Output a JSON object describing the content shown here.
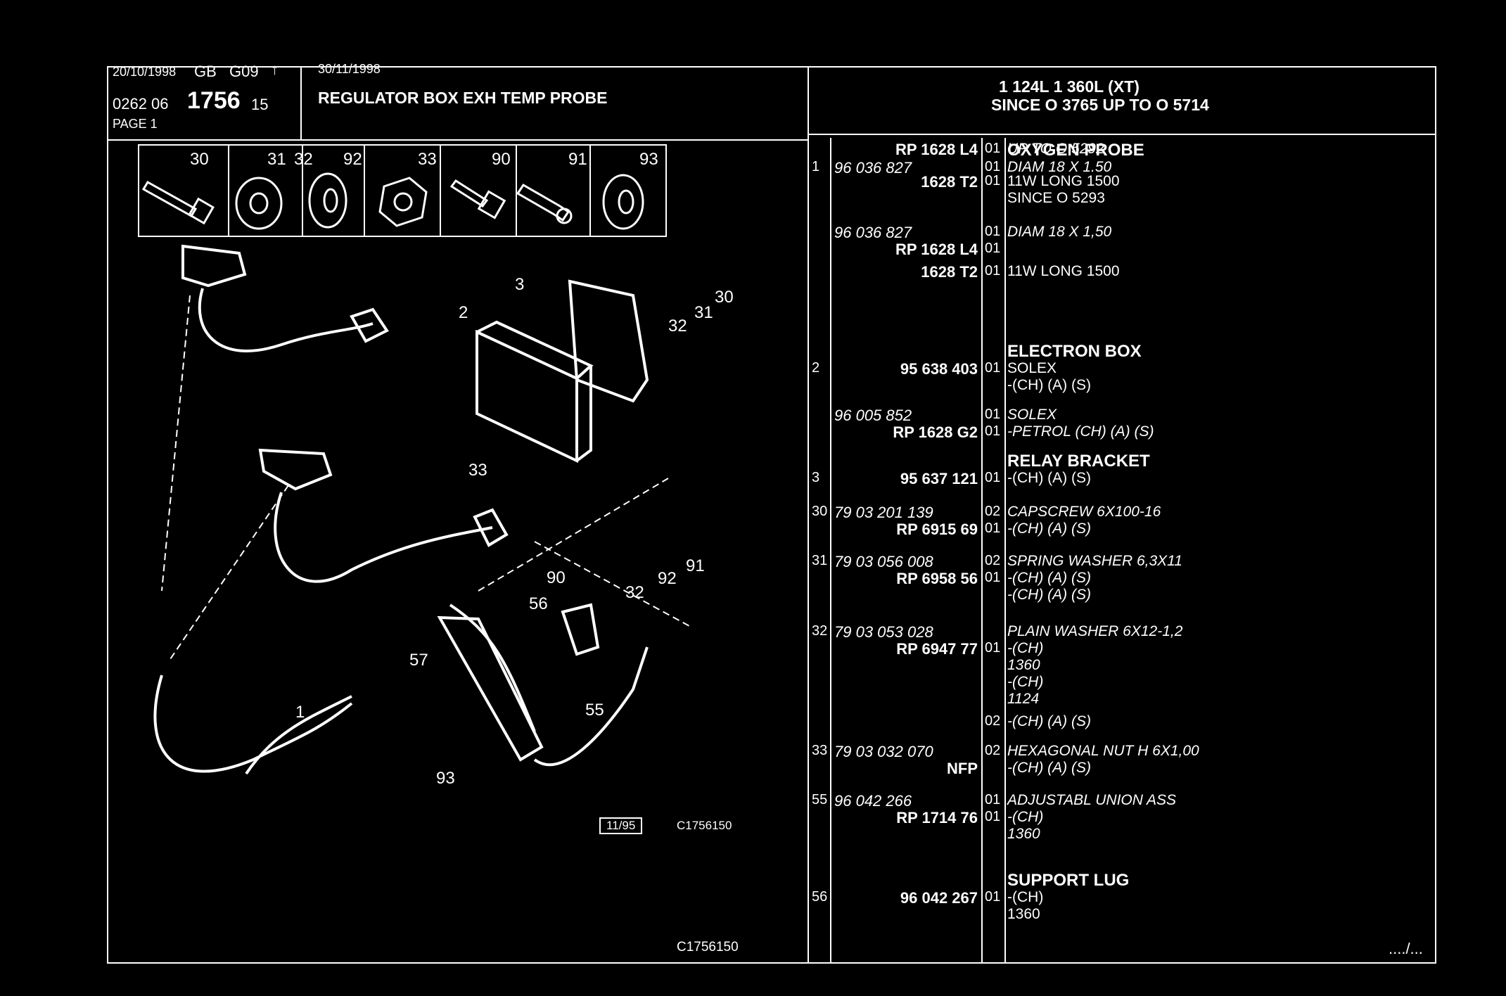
{
  "header": {
    "date1": "20/10/1998",
    "country": "GB",
    "group": "G09",
    "arrow": "↑",
    "ref_prefix": "0262 06",
    "ref_main": "1756",
    "ref_suffix": "15",
    "page": "PAGE 1",
    "date2": "30/11/1998",
    "title": "REGULATOR BOX EXH TEMP PROBE",
    "model_line1": "1 124L 1 360L (XT)",
    "model_line2": "SINCE O  3765 UP TO O  5714"
  },
  "hardware": [
    {
      "num": "30",
      "icon": "capscrew-icon"
    },
    {
      "num": "31",
      "icon": "spring-washer-icon"
    },
    {
      "num": "32",
      "icon": "plain-washer-icon"
    },
    {
      "num": "92",
      "icon": ""
    },
    {
      "num": "33",
      "icon": "hex-nut-icon"
    },
    {
      "num": "90",
      "icon": "bolt-icon"
    },
    {
      "num": "91",
      "icon": "stud-icon"
    },
    {
      "num": "93",
      "icon": "grommet-icon"
    }
  ],
  "diagram": {
    "labels": [
      "1",
      "2",
      "3",
      "30",
      "31",
      "32",
      "33",
      "90",
      "56",
      "32",
      "92",
      "91",
      "57",
      "55",
      "93"
    ],
    "stamp": "11/95",
    "code1": "C1756150",
    "code2": "C1756150"
  },
  "parts": [
    {
      "idx": "1",
      "num": "96 036 827",
      "rp": "",
      "qty": "01",
      "title": "OXYGEN PROBE",
      "lines": [
        "DIAM 18 X 1.50"
      ],
      "italic": true
    },
    {
      "idx": "",
      "num": "",
      "rp": "RP  1628 L4",
      "qty": "01",
      "title": "",
      "lines": [
        "UP TO O  5292"
      ],
      "italic": true
    },
    {
      "idx": "",
      "num": "",
      "rp": "1628 T2",
      "qty": "01",
      "title": "",
      "lines": [
        "11W LONG 1500",
        "SINCE O  5293"
      ],
      "italic": false
    },
    {
      "idx": "",
      "num": "96 036 827",
      "rp": "",
      "qty": "01",
      "title": "",
      "lines": [
        "DIAM 18 X 1,50"
      ],
      "italic": true
    },
    {
      "idx": "",
      "num": "",
      "rp": "RP  1628 L4",
      "qty": "01",
      "title": "",
      "lines": [],
      "italic": false
    },
    {
      "idx": "",
      "num": "",
      "rp": "1628 T2",
      "qty": "01",
      "title": "",
      "lines": [
        "11W LONG 1500"
      ],
      "italic": false
    },
    {
      "idx": "2",
      "num": "",
      "rp": "95 638 403",
      "qty": "01",
      "title": "ELECTRON BOX",
      "lines": [
        "SOLEX",
        "-(CH) (A) (S)"
      ],
      "italic": false
    },
    {
      "idx": "",
      "num": "96 005 852",
      "rp": "",
      "qty": "01",
      "title": "",
      "lines": [
        "SOLEX"
      ],
      "italic": true
    },
    {
      "idx": "",
      "num": "",
      "rp": "RP  1628 G2",
      "qty": "01",
      "title": "",
      "lines": [
        "-PETROL (CH) (A) (S)"
      ],
      "italic": true
    },
    {
      "idx": "3",
      "num": "",
      "rp": "95 637 121",
      "qty": "01",
      "title": "RELAY BRACKET",
      "lines": [
        "-(CH) (A) (S)"
      ],
      "italic": false
    },
    {
      "idx": "30",
      "num": "79 03 201 139",
      "rp": "",
      "qty": "02",
      "title": "",
      "lines": [
        "CAPSCREW 6X100-16"
      ],
      "italic": true
    },
    {
      "idx": "",
      "num": "",
      "rp": "RP  6915 69",
      "qty": "01",
      "title": "",
      "lines": [
        "-(CH) (A) (S)"
      ],
      "italic": true
    },
    {
      "idx": "31",
      "num": "79 03 056 008",
      "rp": "",
      "qty": "02",
      "title": "",
      "lines": [
        "SPRING WASHER 6,3X11"
      ],
      "italic": true
    },
    {
      "idx": "",
      "num": "",
      "rp": "RP  6958 56",
      "qty": "01",
      "title": "",
      "lines": [
        "-(CH) (A) (S)",
        "-(CH) (A) (S)"
      ],
      "italic": true
    },
    {
      "idx": "32",
      "num": "79 03 053 028",
      "rp": "",
      "qty": "",
      "title": "",
      "lines": [
        "PLAIN WASHER 6X12-1,2"
      ],
      "italic": true
    },
    {
      "idx": "",
      "num": "",
      "rp": "RP  6947 77",
      "qty": "01",
      "title": "",
      "lines": [
        "-(CH)",
        "1360",
        "-(CH)",
        "1124"
      ],
      "italic": true
    },
    {
      "idx": "",
      "num": "",
      "rp": "",
      "qty": "02",
      "title": "",
      "lines": [
        "-(CH) (A) (S)"
      ],
      "italic": true
    },
    {
      "idx": "33",
      "num": "79 03 032 070",
      "rp": "",
      "qty": "02",
      "title": "",
      "lines": [
        "HEXAGONAL NUT H 6X1,00"
      ],
      "italic": true
    },
    {
      "idx": "",
      "num": "",
      "rp": "NFP",
      "qty": "",
      "title": "",
      "lines": [
        "-(CH) (A) (S)"
      ],
      "italic": true
    },
    {
      "idx": "55",
      "num": "96 042 266",
      "rp": "",
      "qty": "01",
      "title": "",
      "lines": [
        "ADJUSTABL UNION ASS"
      ],
      "italic": true
    },
    {
      "idx": "",
      "num": "",
      "rp": "RP  1714 76",
      "qty": "01",
      "title": "",
      "lines": [
        "-(CH)",
        "1360"
      ],
      "italic": true
    },
    {
      "idx": "56",
      "num": "",
      "rp": "96 042 267",
      "qty": "01",
      "title": "SUPPORT LUG",
      "lines": [
        "-(CH)",
        "1360"
      ],
      "italic": false
    }
  ],
  "footer": {
    "continue": "..../..."
  }
}
